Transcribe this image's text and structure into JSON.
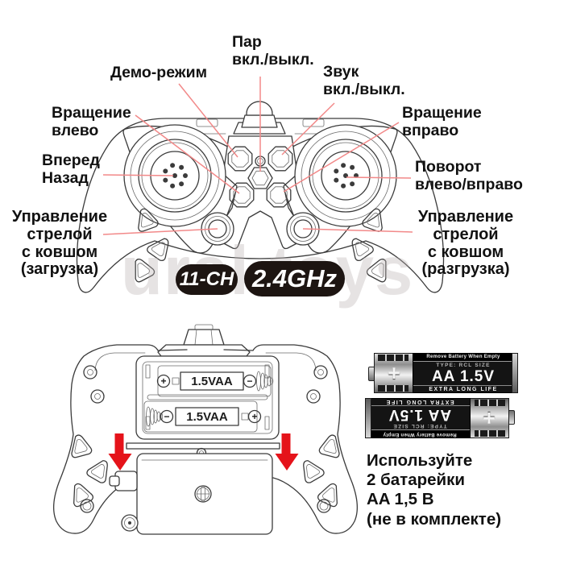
{
  "watermark": "ural.toys",
  "top_view": {
    "labels": {
      "steam": "Пар\nвкл./выкл.",
      "demo_mode": "Демо-режим",
      "sound": "Звук\nвкл./выкл.",
      "rotate_left": "Вращение\nвлево",
      "forward_back": "Вперед\nНазад",
      "rotate_right": "Вращение\nвправо",
      "turn_left_right": "Поворот\nвлево/вправо",
      "boom_load": "Управление\nстрелой\nс ковшом\n(загрузка)",
      "boom_unload": "Управление\nстрелой\nс ковшом\n(разгрузка)"
    },
    "badges": {
      "channels": "11-CH",
      "frequency": "2.4GHz"
    }
  },
  "battery_compartment": {
    "slot1_label": "1.5VAA",
    "slot2_label": "1.5VAA",
    "plus": "+",
    "minus": "−"
  },
  "battery_product": {
    "warning": "Remove Battery When Empty",
    "type": "TYPE: RCL SIZE",
    "size": "AA 1.5V",
    "life": "EXTRA LONG LIFE",
    "plus": "+"
  },
  "note": "Используйте\n2 батарейки\nAA 1,5 В\n(не в комплекте)"
}
